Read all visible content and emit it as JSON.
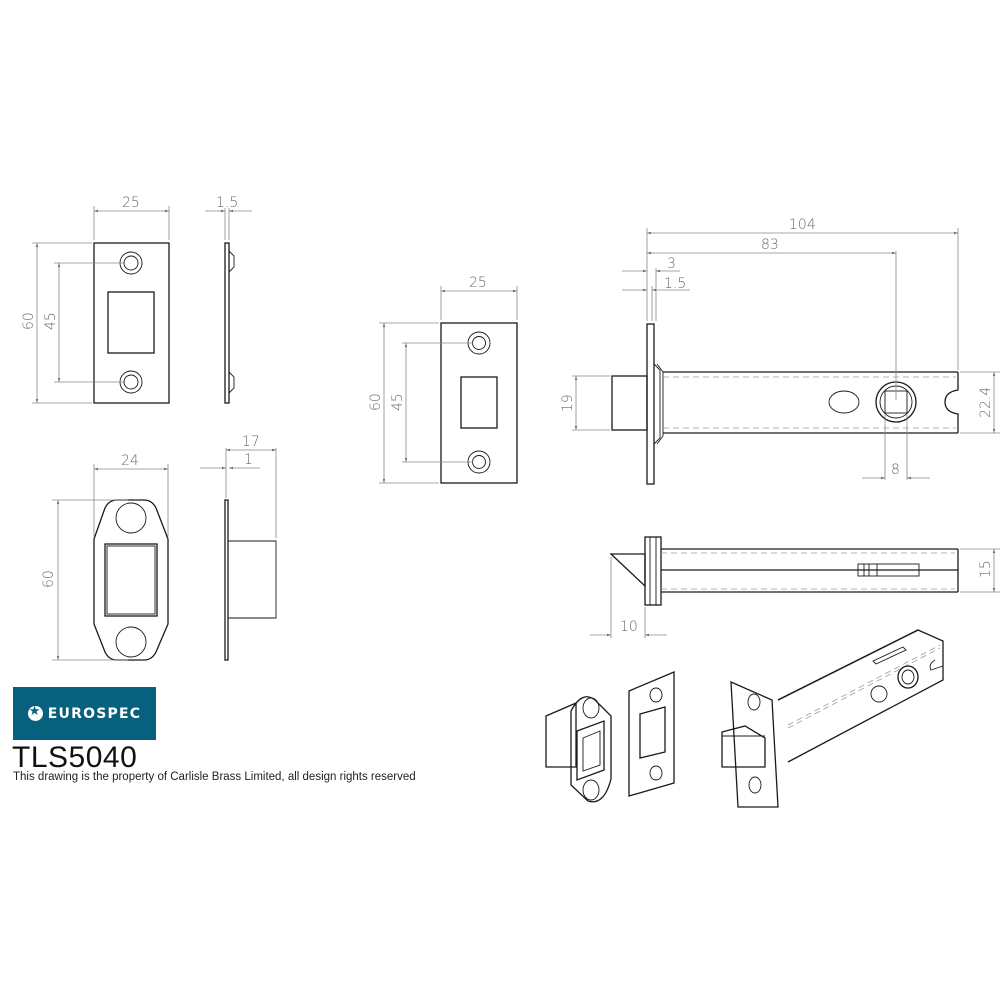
{
  "brand": {
    "name": "EUROSPEC",
    "logo_icon": "star-circle-icon",
    "background_color": "#07617e",
    "text_color": "#ffffff"
  },
  "product": {
    "code": "TLS5040",
    "rights_notice": "This drawing is the property of Carlisle Brass Limited, all design rights reserved"
  },
  "views": {
    "strike_plate": {
      "width": "25",
      "height": "60",
      "hole_spacing": "45",
      "side_thickness": "1.5"
    },
    "rebate_keep": {
      "width": "24",
      "height": "60",
      "depth": "17",
      "plate_thickness": "1"
    },
    "forend_plate": {
      "width": "25",
      "height": "60",
      "hole_spacing": "45"
    },
    "latch_side": {
      "overall_length": "104",
      "backset": "83",
      "flange_3": "3",
      "flange_1_5": "1.5",
      "bolt_height": "19",
      "case_height": "22.4",
      "follower": "8"
    },
    "latch_top": {
      "bolt_projection": "10",
      "case_thickness": "15"
    }
  }
}
